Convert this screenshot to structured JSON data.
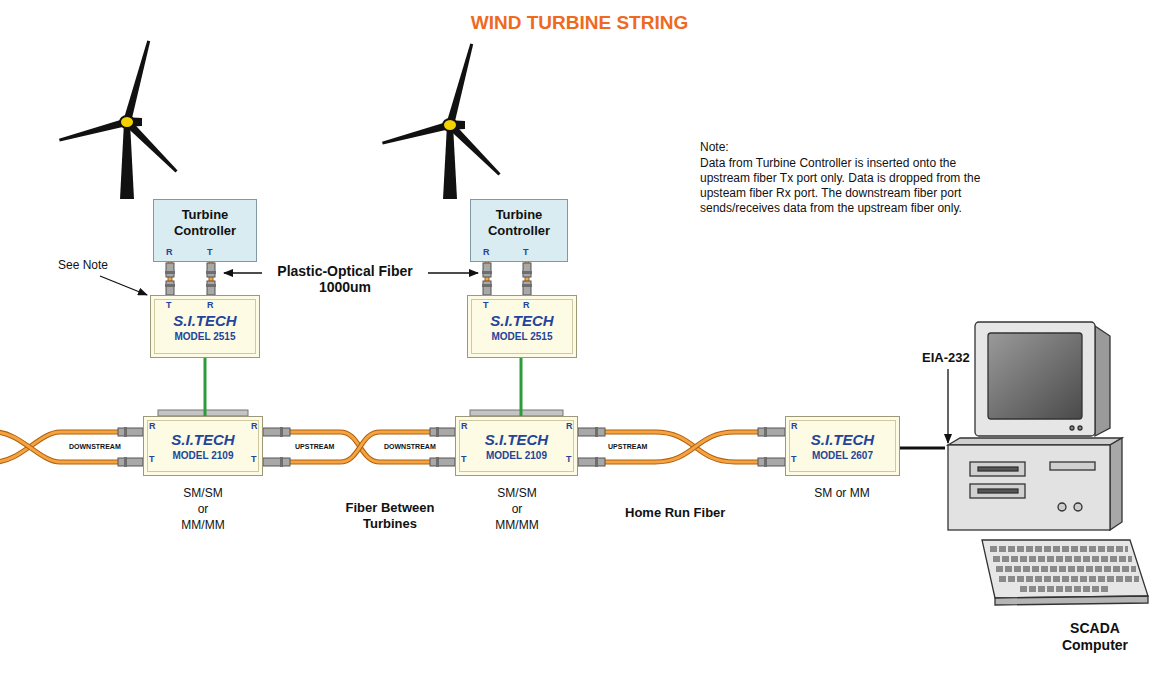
{
  "diagram": {
    "title": "WIND TURBINE STRING",
    "nodes": [
      {
        "text": [
          "Turbine Controller"
        ]
      },
      {
        "text": [
          "S.I.TECH",
          "MODEL 2515"
        ]
      },
      {
        "text": [
          "Turbine Controller"
        ]
      },
      {
        "text": [
          "S.I.TECH",
          "MODEL 2515"
        ]
      },
      {
        "text": [
          "S.I.TECH",
          "MODEL 2109"
        ]
      },
      {
        "text": [
          "S.I.TECH",
          "MODEL 2109"
        ]
      },
      {
        "text": [
          "S.I.TECH",
          "MODEL 2607"
        ]
      },
      {
        "text": [
          "SCADA Computer"
        ]
      }
    ],
    "edges": [
      {
        "from": 0,
        "to": 1,
        "arrow": "none"
      },
      {
        "from": 0,
        "to": 1,
        "arrow": "none"
      },
      {
        "from": 1,
        "to": 4,
        "arrow": "none"
      },
      {
        "from": 2,
        "to": 3,
        "arrow": "none"
      },
      {
        "from": 2,
        "to": 3,
        "arrow": "none"
      },
      {
        "from": 3,
        "to": 5,
        "arrow": "none"
      },
      {
        "from": 4,
        "to": 5,
        "arrow": "none"
      },
      {
        "from": 4,
        "to": 5,
        "arrow": "none"
      },
      {
        "from": 5,
        "to": 6,
        "arrow": "none"
      },
      {
        "from": 5,
        "to": 6,
        "arrow": "none"
      },
      {
        "from": 6,
        "to": 7,
        "arrow": "none"
      }
    ],
    "labels": [
      "R",
      "T",
      "R",
      "T",
      "T",
      "R",
      "T",
      "R",
      "R",
      "T",
      "R",
      "T",
      "R",
      "T",
      "R",
      "T",
      "R",
      "T",
      "Plastic-Optical Fiber 1000um",
      "See Note",
      "Note:",
      "Data from Turbine Controller is inserted onto the upstream fiber Tx port only. Data is dropped from the upsteam fiber Rx port. The downstream fiber port sends/receives data from the upstream fiber only.",
      "DOWNSTREAM",
      "UPSTREAM",
      "DOWNSTREAM",
      "UPSTREAM",
      "Fiber Between Turbines",
      "Home Run Fiber",
      "EIA-232",
      "SM/SM",
      "or",
      "MM/MM",
      "SM/SM",
      "or",
      "MM/MM",
      "SM or MM"
    ]
  }
}
